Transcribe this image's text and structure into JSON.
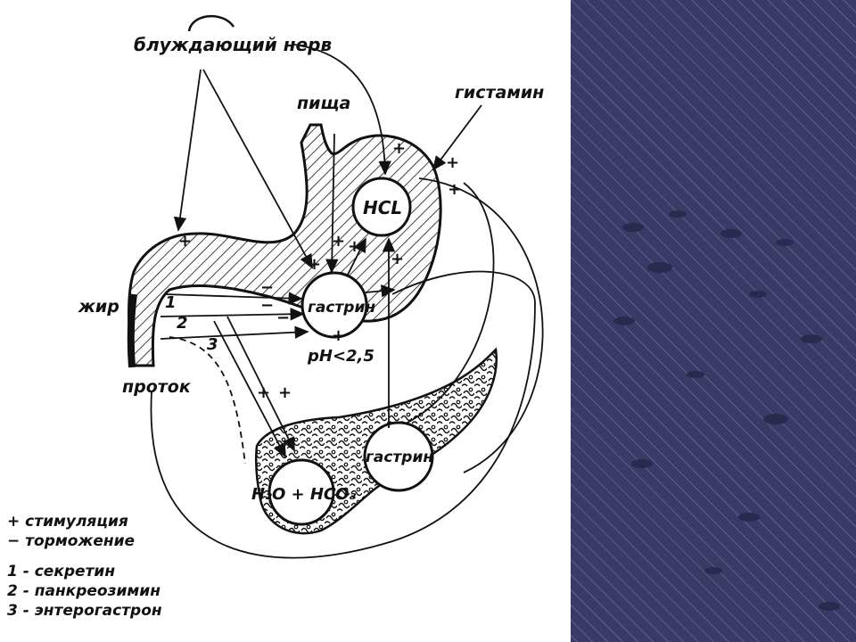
{
  "labels": {
    "vagus_nerve": "блуждающий нерв",
    "food": "пища",
    "histamine": "гистамин",
    "hcl": "HCL",
    "gastrin_stomach": "гастрин",
    "fat": "жир",
    "duct": "проток",
    "ph": "pH<2,5",
    "gastrin_pancreas": "гастрин",
    "bicarbonate": "H₂O + HCO₃",
    "num1": "1",
    "num2": "2",
    "num3": "3"
  },
  "signs": {
    "plus": "+",
    "minus": "−"
  },
  "legend": {
    "stimulation": "+ стимуляция",
    "inhibition": "− торможение",
    "item1": "1 - секретин",
    "item2": "2 - панкреозимин",
    "item3": "3 - энтерогастрон"
  },
  "colors": {
    "ink": "#111111",
    "panel_bg": "#3a3a66",
    "panel_stripe": "#8a8ab8"
  }
}
